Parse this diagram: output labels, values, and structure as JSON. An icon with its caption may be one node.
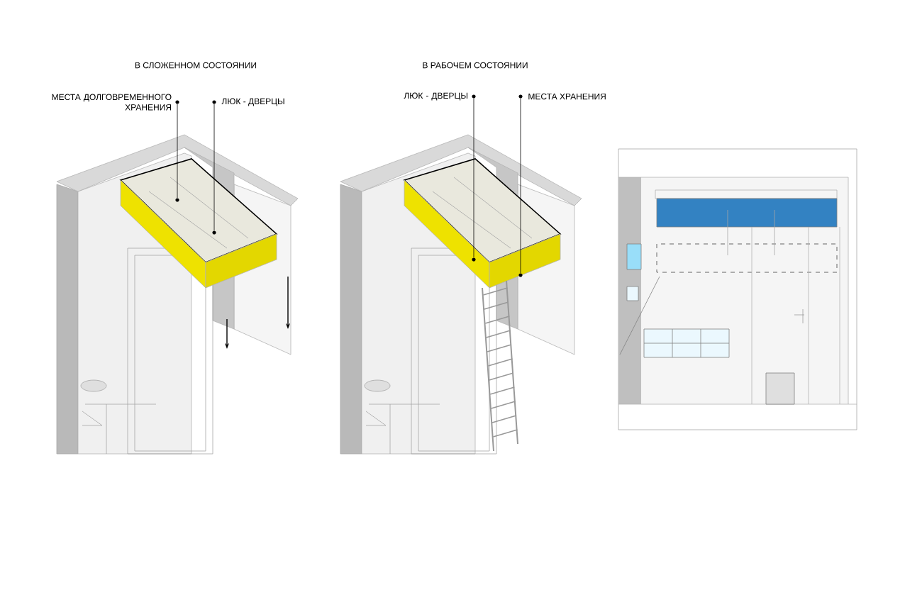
{
  "diagram": {
    "nodes": [
      {
        "text": [
          "МЕСТА ДОЛГОВРЕМЕННОГО ХРАНЕНИЯ"
        ]
      },
      {
        "text": [
          "ЛЮК - ДВЕРЦЫ"
        ]
      },
      {
        "text": [],
        "shape": "circle"
      },
      {
        "text": [],
        "shape": "circle"
      },
      {
        "text": [
          "ЛЮК - ДВЕРЦЫ"
        ]
      },
      {
        "text": [
          "МЕСТА ХРАНЕНИЯ"
        ]
      },
      {
        "text": [],
        "shape": "circle"
      },
      {
        "text": [],
        "shape": "circle"
      }
    ],
    "edges": [
      {
        "from": 0,
        "to": 2,
        "arrow": "none"
      },
      {
        "from": 1,
        "to": 3,
        "arrow": "none"
      },
      {
        "from": 4,
        "to": 6,
        "arrow": "none"
      },
      {
        "from": 5,
        "to": 7,
        "arrow": "none"
      }
    ],
    "labels": [
      "В СЛОЖЕННОМ СОСТОЯНИИ",
      "В РАБОЧЕМ СОСТОЯНИИ"
    ]
  }
}
